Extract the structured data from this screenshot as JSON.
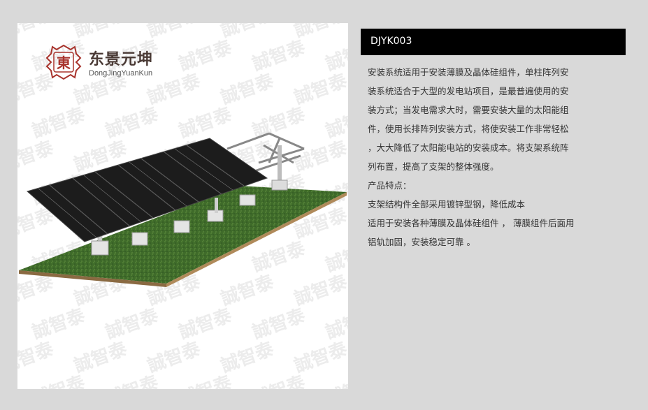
{
  "brand": {
    "name": "东景元坤",
    "pinyin": "DongJingYuanKun",
    "logo_glyph": "東",
    "logo_color": "#a8332c"
  },
  "watermark_text": "誠智泰",
  "product": {
    "code": "DJYK003",
    "description_lines": [
      "安装系统适用于安装薄膜及晶体硅组件，单柱阵列安",
      "装系统适合于大型的发电站项目，是最普遍使用的安",
      "装方式；当发电需求大时，需要安装大量的太阳能组",
      "件，使用长排阵列安装方式，将使安装工作非常轻松",
      "，大大降低了太阳能电站的安装成本。将支架系统阵",
      "列布置，提高了支架的整体强度。",
      "产品特点：",
      "支架结构件全部采用镀锌型钢，降低成本",
      "适用于安装各种薄膜及晶体硅组件 ， 薄膜组件后面用",
      "铝轨加固，安装稳定可靠  。"
    ]
  },
  "colors": {
    "page_bg": "#d9d9d9",
    "title_bar": "#000000",
    "grass": "#3f6b2a",
    "panel": "#1c1c1c"
  }
}
